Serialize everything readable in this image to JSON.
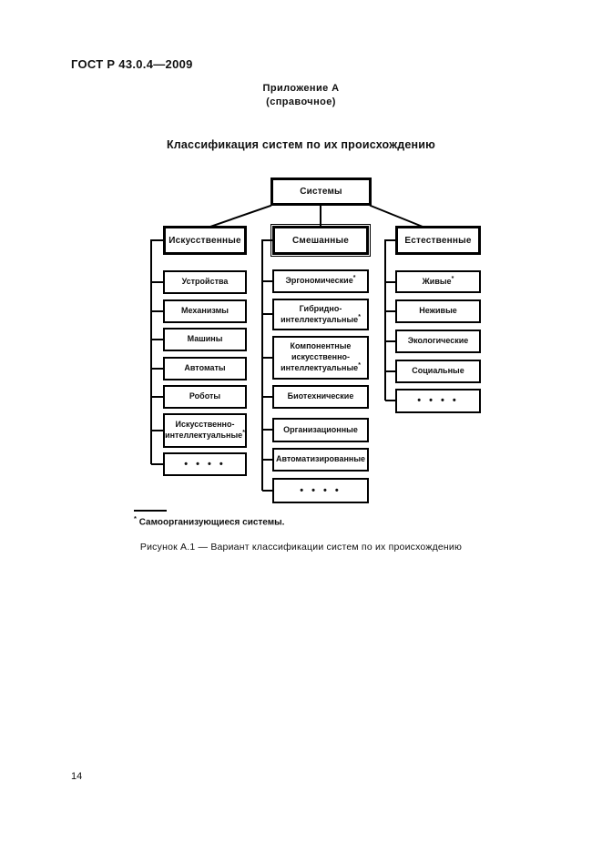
{
  "page_number": "14",
  "header": {
    "doc_number": "ГОСТ Р 43.0.4—2009",
    "annex_title": "Приложение А",
    "annex_subtitle": "(справочное)"
  },
  "diagram": {
    "title": "Классификация систем по их происхождению",
    "root": "Системы",
    "columns": [
      {
        "category": "Искусственные",
        "children": [
          {
            "label": "Устройства"
          },
          {
            "label": "Механизмы"
          },
          {
            "label": "Машины"
          },
          {
            "label": "Автоматы"
          },
          {
            "label": "Роботы"
          },
          {
            "label": "Искусственно-интеллектуальные",
            "mark": "*"
          },
          {
            "label": "• • • •"
          }
        ]
      },
      {
        "category": "Смешанные",
        "children": [
          {
            "label": "Эргономические",
            "mark": "*"
          },
          {
            "label": "Гибридно-интеллектуальные",
            "mark": "*"
          },
          {
            "label": "Компонентные искусственно-интеллектуальные",
            "mark": "*"
          },
          {
            "label": "Биотехнические"
          },
          {
            "label": "Организационные"
          },
          {
            "label": "Автоматизированные"
          },
          {
            "label": "• • • •"
          }
        ]
      },
      {
        "category": "Естественные",
        "children": [
          {
            "label": "Живые",
            "mark": "*"
          },
          {
            "label": "Неживые"
          },
          {
            "label": "Экологические"
          },
          {
            "label": "Социальные"
          },
          {
            "label": "• • • •"
          }
        ]
      }
    ]
  },
  "footnote": {
    "marker": "*",
    "text": "Самоорганизующиеся системы."
  },
  "caption": "Рисунок А.1 — Вариант классификации систем по их происхождению",
  "colors": {
    "ink": "#000000",
    "paper": "#ffffff"
  }
}
